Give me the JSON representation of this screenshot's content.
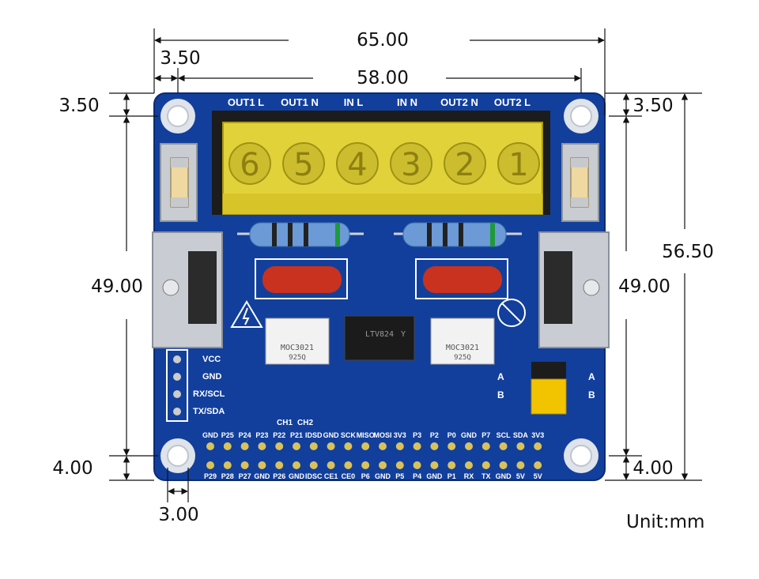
{
  "dimensions": {
    "width_total": "65.00",
    "width_holes": "58.00",
    "hole_offset_x": "3.50",
    "hole_offset_y_left": "3.50",
    "hole_offset_y_right": "3.50",
    "height_total": "56.50",
    "height_holes_left": "49.00",
    "height_holes_right": "49.00",
    "bottom_offset_left": "4.00",
    "bottom_offset_right": "4.00",
    "hole_diameter": "3.00"
  },
  "unit_label": "Unit:mm",
  "terminals": [
    "OUT1 L",
    "OUT1 N",
    "IN L",
    "IN N",
    "OUT2 N",
    "OUT2 L"
  ],
  "terminal_numbers": [
    "6",
    "5",
    "4",
    "3",
    "2",
    "1"
  ],
  "uart_pins": [
    "VCC",
    "GND",
    "RX/SCL",
    "TX/SDA"
  ],
  "channel_labels": [
    "CH1",
    "CH2"
  ],
  "jumper_labels": [
    "A",
    "B",
    "A",
    "B"
  ],
  "optocoupler_text": [
    "MOC3021",
    "925Q"
  ],
  "optocoupler_text_2": [
    "MOC3021",
    "925Q"
  ],
  "chip_text": [
    "LTV824",
    "Y"
  ],
  "gpio_top": [
    "GND",
    "P25",
    "P24",
    "P23",
    "P22",
    "P21",
    "IDSD",
    "GND",
    "SCK",
    "MISO",
    "MOSI",
    "3V3",
    "P3",
    "P2",
    "P0",
    "GND",
    "P7",
    "SCL",
    "SDA",
    "3V3"
  ],
  "gpio_bottom": [
    "P29",
    "P28",
    "P27",
    "GND",
    "P26",
    "GND",
    "IDSC",
    "CE1",
    "CE0",
    "P6",
    "GND",
    "P5",
    "P4",
    "GND",
    "P1",
    "RX",
    "TX",
    "GND",
    "5V",
    "5V"
  ],
  "colors": {
    "pcb": "#123f9c",
    "terminal_yellow": "#e2d23a",
    "resistor": "#6b9ad6",
    "capacitor": "#c8321e",
    "jumper": "#f2c400"
  }
}
